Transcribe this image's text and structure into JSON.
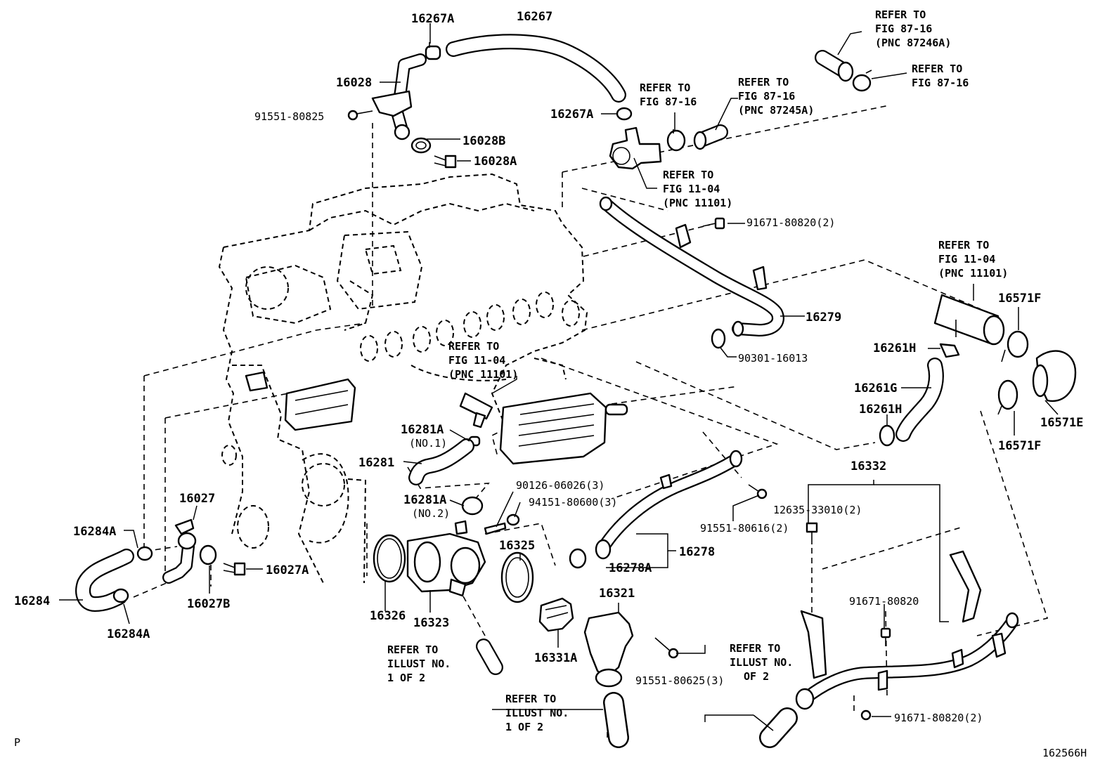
{
  "figure": {
    "corner_left": "P",
    "corner_right": "162566H"
  },
  "labels": {
    "p16267A_top": "16267A",
    "p16267": "16267",
    "p16028": "16028",
    "p91551_80825": "91551-80825",
    "p16028B": "16028B",
    "p16028A": "16028A",
    "p16267A_mid": "16267A",
    "p91671_80820_2_top": "91671-80820(2)",
    "p16279": "16279",
    "p90301_16013": "90301-16013",
    "p16571F_top": "16571F",
    "p16261H_top": "16261H",
    "p16261G": "16261G",
    "p16261H_bottom": "16261H",
    "p16571E": "16571E",
    "p16571F_bottom": "16571F",
    "p16281A_no1": "16281A",
    "no1": "(NO.1)",
    "p16281": "16281",
    "p16281A_no2": "16281A",
    "no2": "(NO.2)",
    "p90126_06026_3": "90126-06026(3)",
    "p94151_80600_3": "94151-80600(3)",
    "p16325": "16325",
    "p16027": "16027",
    "p16284A_top": "16284A",
    "p16284": "16284",
    "p16027B": "16027B",
    "p16027A": "16027A",
    "p16284A_bottom": "16284A",
    "p16326": "16326",
    "p16323": "16323",
    "p16331A": "16331A",
    "p16321": "16321",
    "p91551_80625_3": "91551-80625(3)",
    "p16278": "16278",
    "p16278A": "16278A",
    "p91551_80616_2": "91551-80616(2)",
    "p16332": "16332",
    "p12635_33010_2": "12635-33010(2)",
    "p91671_80820": "91671-80820",
    "p91671_80820_2_bottom": "91671-80820(2)"
  },
  "refs": {
    "r1": [
      "REFER TO",
      "FIG 87-16",
      "(PNC 87246A)"
    ],
    "r2": [
      "REFER TO",
      "FIG 87-16"
    ],
    "r3": [
      "REFER TO",
      "FIG 87-16"
    ],
    "r4": [
      "REFER TO",
      "FIG 87-16",
      "(PNC 87245A)"
    ],
    "r5": [
      "REFER TO",
      "FIG 11-04",
      "(PNC 11101)"
    ],
    "r6": [
      "REFER TO",
      "FIG 11-04",
      "(PNC 11101)"
    ],
    "r7": [
      "REFER TO",
      "FIG 11-04",
      "(PNC 11101)"
    ],
    "r8": [
      "REFER TO",
      "ILLUST NO.",
      "1 OF 2"
    ],
    "r9": [
      "REFER TO",
      "ILLUST NO.",
      "1 OF 2"
    ],
    "r10": [
      "REFER TO",
      "ILLUST NO.",
      "OF 2"
    ]
  }
}
